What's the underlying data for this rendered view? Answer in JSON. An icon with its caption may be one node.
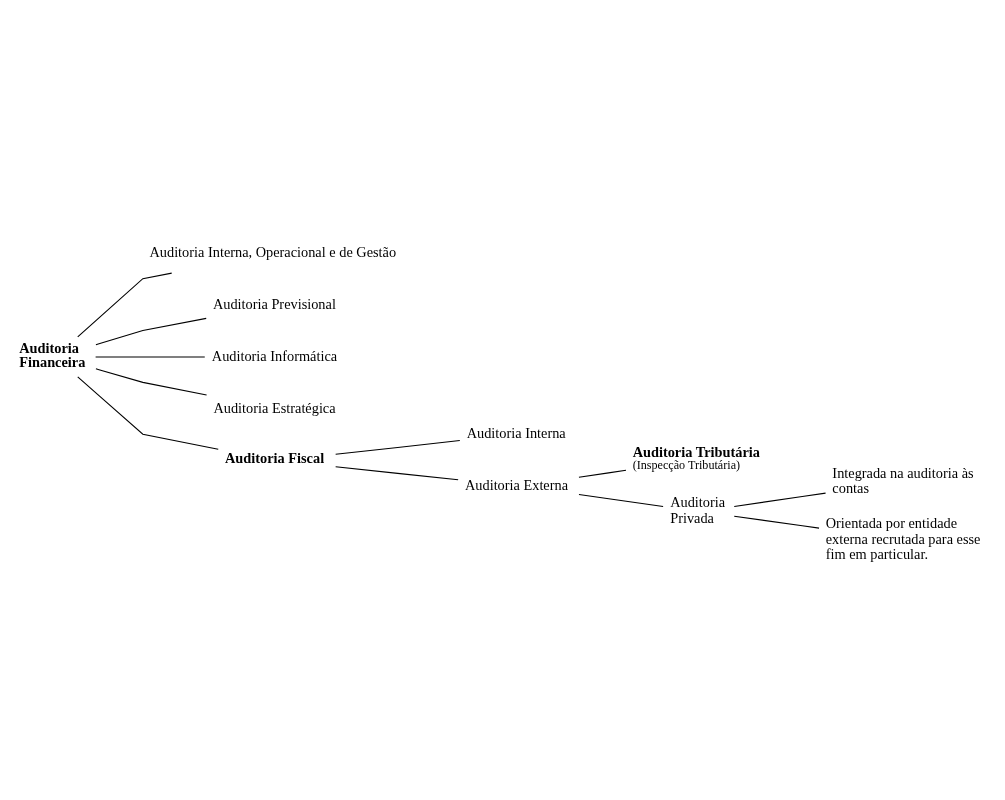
{
  "diagram": {
    "nodes": [
      {
        "text": [
          "Auditoria Financeira"
        ]
      },
      {
        "text": [
          "Auditoria Interna, Operacional e de Gestão"
        ]
      },
      {
        "text": [
          "Auditoria Previsional"
        ]
      },
      {
        "text": [
          "Auditoria Informática"
        ]
      },
      {
        "text": [
          "Auditoria Estratégica"
        ]
      },
      {
        "text": [
          "Auditoria Fiscal"
        ]
      },
      {
        "text": [
          "Auditoria Interna"
        ]
      },
      {
        "text": [
          "Auditoria Externa"
        ]
      },
      {
        "text": [
          "Auditoria Tributária",
          "(Inspecção Tributária)"
        ]
      },
      {
        "text": [
          "Auditoria Privada"
        ]
      },
      {
        "text": [
          "Integrada na auditoria às contas"
        ]
      },
      {
        "text": [
          "Orientada por entidade externa recrutada para esse fim em particular."
        ]
      }
    ],
    "edges": [
      {
        "from": 0,
        "to": 1,
        "arrow": "none"
      },
      {
        "from": 0,
        "to": 2,
        "arrow": "none"
      },
      {
        "from": 0,
        "to": 3,
        "arrow": "none"
      },
      {
        "from": 0,
        "to": 4,
        "arrow": "none"
      },
      {
        "from": 0,
        "to": 5,
        "arrow": "none"
      },
      {
        "from": 5,
        "to": 6,
        "arrow": "none"
      },
      {
        "from": 5,
        "to": 7,
        "arrow": "none"
      },
      {
        "from": 7,
        "to": 8,
        "arrow": "none"
      },
      {
        "from": 7,
        "to": 9,
        "arrow": "none"
      },
      {
        "from": 9,
        "to": 10,
        "arrow": "none"
      },
      {
        "from": 9,
        "to": 11,
        "arrow": "none"
      }
    ]
  }
}
